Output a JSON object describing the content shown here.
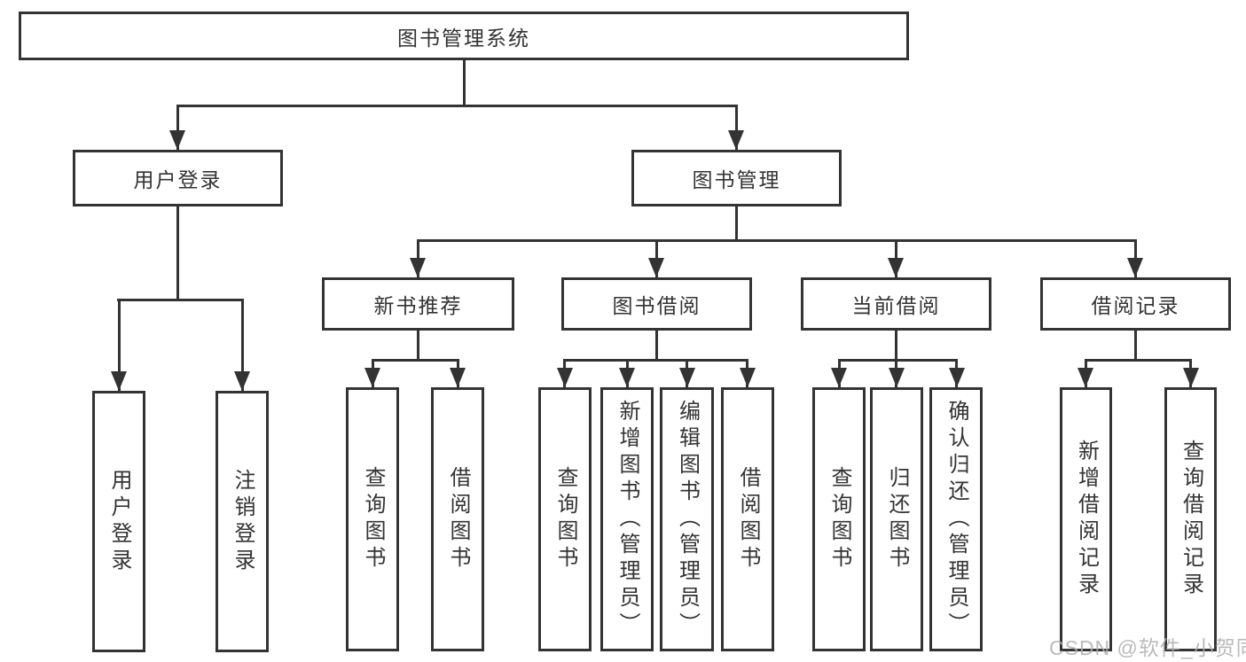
{
  "colors": {
    "line": "#333333",
    "text": "#333333",
    "background": "#ffffff",
    "watermark": "#afafaf"
  },
  "tree": {
    "label": "图书管理系统",
    "children": [
      {
        "label": "用户登录",
        "children": [
          {
            "label": "用户登录"
          },
          {
            "label": "注销登录"
          }
        ]
      },
      {
        "label": "图书管理",
        "children": [
          {
            "label": "新书推荐",
            "children": [
              {
                "label": "查询图书"
              },
              {
                "label": "借阅图书"
              }
            ]
          },
          {
            "label": "图书借阅",
            "children": [
              {
                "label": "查询图书"
              },
              {
                "label": "新增图书（管理员）"
              },
              {
                "label": "编辑图书（管理员）"
              },
              {
                "label": "借阅图书"
              }
            ]
          },
          {
            "label": "当前借阅",
            "children": [
              {
                "label": "查询图书"
              },
              {
                "label": "归还图书"
              },
              {
                "label": "确认归还（管理员）"
              }
            ]
          },
          {
            "label": "借阅记录",
            "children": [
              {
                "label": "新增借阅记录"
              },
              {
                "label": "查询借阅记录"
              }
            ]
          }
        ]
      }
    ]
  },
  "watermark": {
    "text": "CSDN @软件_小贺同学"
  }
}
